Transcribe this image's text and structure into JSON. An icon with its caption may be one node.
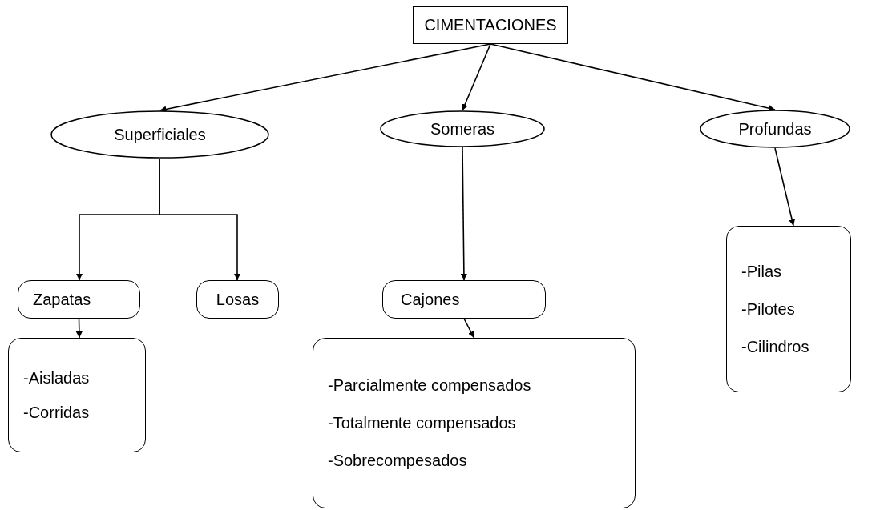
{
  "diagram": {
    "nodes": [
      {
        "text": [
          "CIMENTACIONES"
        ]
      },
      {
        "text": [
          "Superficiales"
        ]
      },
      {
        "text": [
          "Someras"
        ]
      },
      {
        "text": [
          "Profundas"
        ]
      },
      {
        "text": [
          "Zapatas"
        ]
      },
      {
        "text": [
          "Losas"
        ]
      },
      {
        "text": [
          "Cajones"
        ]
      },
      {
        "text": [
          "-Aisladas",
          "-Corridas"
        ]
      },
      {
        "text": [
          "-Parcialmente compensados",
          "-Totalmente compensados",
          "-Sobrecompesados"
        ]
      },
      {
        "text": [
          "-Pilas",
          "-Pilotes",
          "-Cilindros"
        ]
      }
    ],
    "edges": [
      {
        "from": 0,
        "to": 1,
        "arrow": "to"
      },
      {
        "from": 0,
        "to": 2,
        "arrow": "to"
      },
      {
        "from": 0,
        "to": 3,
        "arrow": "to"
      },
      {
        "from": 1,
        "to": 4,
        "arrow": "to"
      },
      {
        "from": 1,
        "to": 5,
        "arrow": "to"
      },
      {
        "from": 2,
        "to": 6,
        "arrow": "to"
      },
      {
        "from": 4,
        "to": 7,
        "arrow": "to"
      },
      {
        "from": 6,
        "to": 8,
        "arrow": "to"
      },
      {
        "from": 3,
        "to": 9,
        "arrow": "to"
      }
    ]
  }
}
